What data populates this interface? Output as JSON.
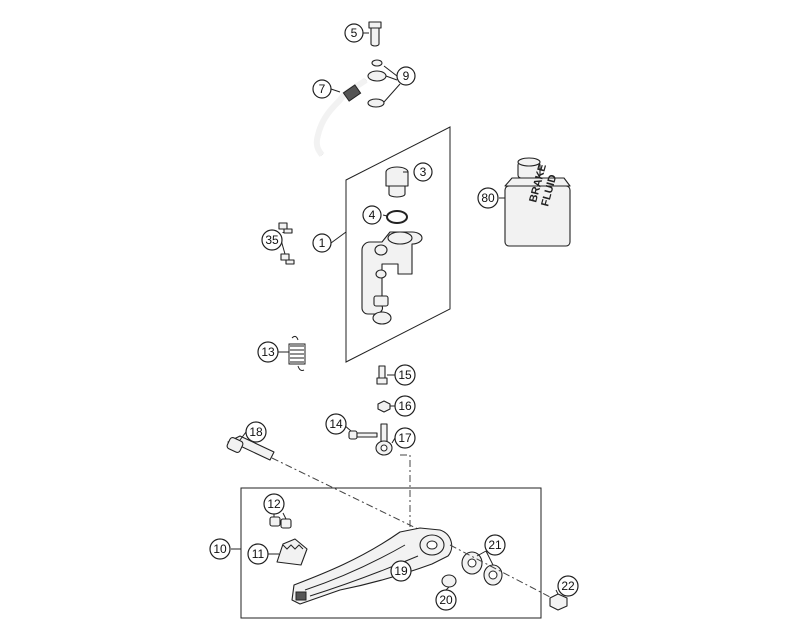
{
  "fluid_bottle": {
    "line1": "BRAKE",
    "line2": "FLUID"
  },
  "callouts": {
    "c1": "1",
    "c3": "3",
    "c4": "4",
    "c5": "5",
    "c7": "7",
    "c9": "9",
    "c10": "10",
    "c11": "11",
    "c12": "12",
    "c13": "13",
    "c14": "14",
    "c15": "15",
    "c16": "16",
    "c17": "17",
    "c18": "18",
    "c19": "19",
    "c20": "20",
    "c21": "21",
    "c22": "22",
    "c35": "35",
    "c80": "80"
  }
}
